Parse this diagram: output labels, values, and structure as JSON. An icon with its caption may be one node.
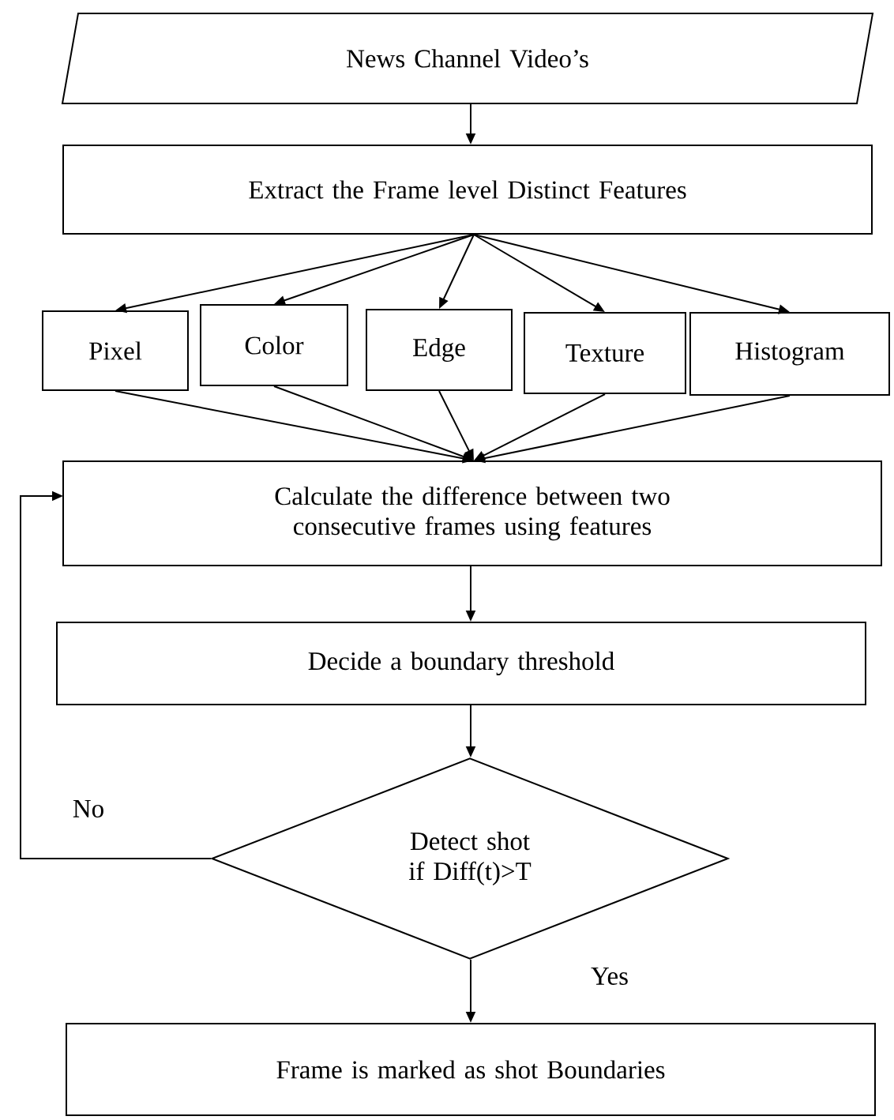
{
  "diagram": {
    "nodes": [
      {
        "text": [
          "News Channel Video’s"
        ]
      },
      {
        "text": [
          "Extract the Frame level Distinct Features"
        ]
      },
      {
        "text": [
          "Pixel"
        ]
      },
      {
        "text": [
          "Color"
        ]
      },
      {
        "text": [
          "Edge"
        ]
      },
      {
        "text": [
          "Texture"
        ]
      },
      {
        "text": [
          "Histogram"
        ]
      },
      {
        "text": [
          "Calculate the difference between two consecutive frames using features"
        ]
      },
      {
        "text": [
          "Decide a boundary threshold"
        ]
      },
      {
        "text": [
          "Detect shot if Diff(t)>T"
        ]
      },
      {
        "text": [
          "Frame is marked as shot Boundaries"
        ]
      }
    ],
    "edges": [
      {
        "from": 0,
        "to": 1,
        "arrow": "to"
      },
      {
        "from": 1,
        "to": 2,
        "arrow": "to"
      },
      {
        "from": 1,
        "to": 3,
        "arrow": "to"
      },
      {
        "from": 1,
        "to": 4,
        "arrow": "to"
      },
      {
        "from": 1,
        "to": 5,
        "arrow": "to"
      },
      {
        "from": 1,
        "to": 6,
        "arrow": "to"
      },
      {
        "from": 2,
        "to": 7,
        "arrow": "to"
      },
      {
        "from": 3,
        "to": 7,
        "arrow": "to"
      },
      {
        "from": 4,
        "to": 7,
        "arrow": "to"
      },
      {
        "from": 5,
        "to": 7,
        "arrow": "to"
      },
      {
        "from": 6,
        "to": 7,
        "arrow": "to"
      },
      {
        "from": 7,
        "to": 8,
        "arrow": "to"
      },
      {
        "from": 8,
        "to": 9,
        "arrow": "to"
      },
      {
        "from": 9,
        "to": 10,
        "label": "Yes",
        "arrow": "to"
      },
      {
        "from": 9,
        "to": 7,
        "label": "No",
        "arrow": "to"
      }
    ]
  }
}
